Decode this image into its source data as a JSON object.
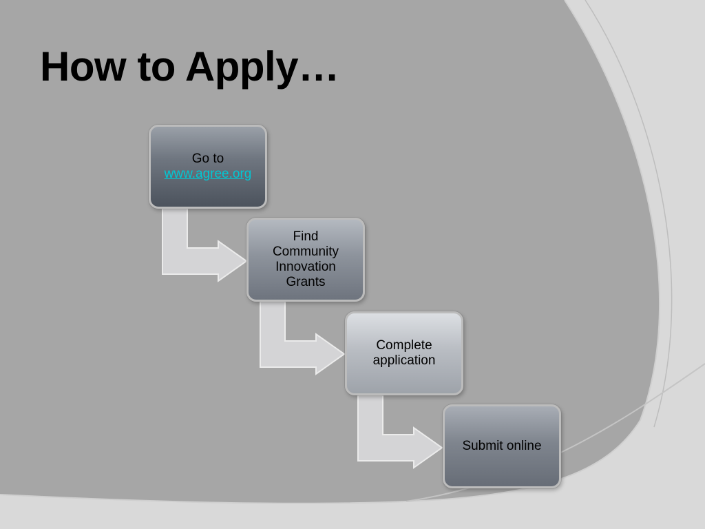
{
  "slide": {
    "title": "How to Apply…"
  },
  "steps": [
    {
      "text": "Go to",
      "link": "www.agree.org"
    },
    {
      "text": "Find Community Innovation Grants"
    },
    {
      "text": "Complete application"
    },
    {
      "text": "Submit online"
    }
  ],
  "colors": {
    "background_main": "#a6a6a6",
    "background_light": "#d9d9d9",
    "link": "#00c8d4",
    "arrow_fill": "#d4d4d6",
    "arrow_stroke": "#ebebeb"
  }
}
